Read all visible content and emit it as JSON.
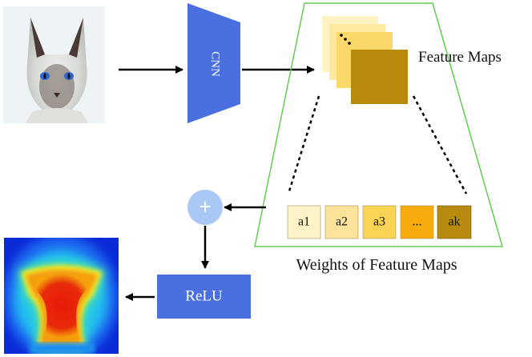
{
  "cnn": {
    "label": "CNN",
    "color": "#4a70e0"
  },
  "feature_maps": {
    "label": "Feature Maps",
    "colors": [
      "#fff3c4",
      "#fde9a0",
      "#fbd86a",
      "#b78a0c"
    ]
  },
  "weights": {
    "caption": "Weights of Feature Maps",
    "items": [
      {
        "label": "a1",
        "color": "#fff3c8"
      },
      {
        "label": "a2",
        "color": "#fde49a"
      },
      {
        "label": "a3",
        "color": "#fbd454"
      },
      {
        "label": "...",
        "color": "#f8ab0c"
      },
      {
        "label": "ak",
        "color": "#b98a10"
      }
    ]
  },
  "sum_node": {
    "symbol": "+",
    "color": "#aac8f5"
  },
  "relu": {
    "label": "ReLU",
    "color": "#4a70e0"
  },
  "frame_color": "#66cc55"
}
